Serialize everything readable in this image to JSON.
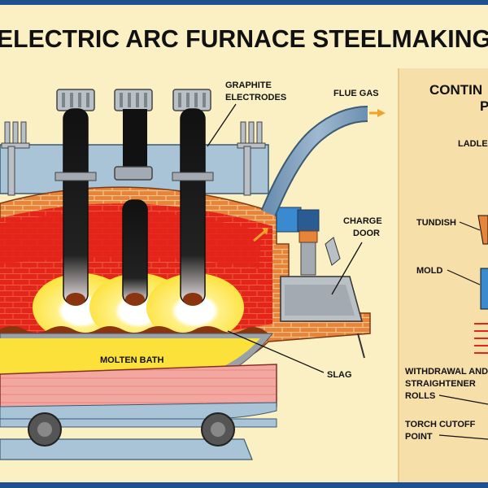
{
  "title": "ELECTRIC ARC FURNACE STEELMAKING",
  "labels": {
    "graphite_electrodes_line1": "GRAPHITE",
    "graphite_electrodes_line2": "ELECTRODES",
    "flue_gas": "FLUE GAS",
    "charge_door_line1": "CHARGE",
    "charge_door_line2": "DOOR",
    "molten_bath": "MOLTEN BATH",
    "slag": "SLAG"
  },
  "side_panel": {
    "heading_line1": "CONTIN",
    "heading_line2": "P",
    "labels": {
      "ladle": "LADLE",
      "tundish": "TUNDISH",
      "mold": "MOLD",
      "withdrawal_line1": "WITHDRAWAL AND",
      "withdrawal_line2": "STRAIGHTENER",
      "withdrawal_line3": "ROLLS",
      "torch_line1": "TORCH CUTOFF",
      "torch_line2": "POINT"
    }
  },
  "colors": {
    "background": "#fbf0c4",
    "frame": "#1d4f91",
    "side_panel": "#f6dfa8",
    "brick": "#e7843a",
    "mortar": "#f6c38a",
    "fire_red": "#e4251b",
    "molten": "#fce13a",
    "steel_gray": "#a3aab1",
    "roof_blue": "#a9c4d6",
    "arrow_orange": "#f0a32a"
  },
  "icons": [
    "flue-gas-arrow-icon",
    "flame-arrow-icon",
    "cooling-arrow-icon"
  ]
}
